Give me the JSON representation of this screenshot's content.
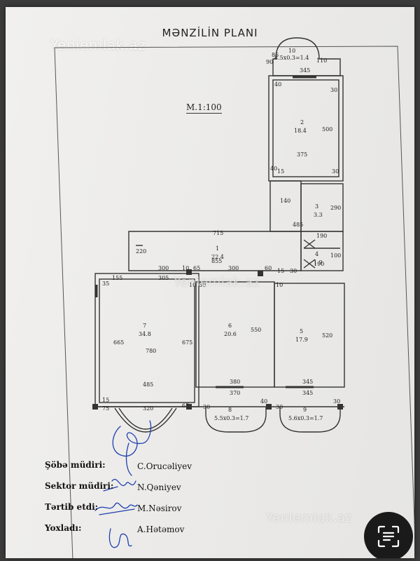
{
  "plan_title": "MƏNZİLİN PLANI",
  "scale": "M.1:100",
  "watermark": "Yeniemlak.az",
  "rooms": [
    {
      "number": "1",
      "area": "22.4"
    },
    {
      "number": "2",
      "area": "18.4"
    },
    {
      "number": "3",
      "area": "3.3"
    },
    {
      "number": "4",
      "area": "1.9"
    },
    {
      "number": "5",
      "area": "17.9"
    },
    {
      "number": "6",
      "area": "20.6"
    },
    {
      "number": "7",
      "area": "34.8"
    },
    {
      "number": "8",
      "area": "5.5x0.3=1.7"
    },
    {
      "number": "9",
      "area": "5.6x0.3=1.7"
    },
    {
      "number": "10",
      "area": "4.5x0.3=1.4"
    }
  ],
  "dimensions": {
    "d345a": "345",
    "d40a": "40",
    "d30a": "30",
    "d500": "500",
    "d375": "375",
    "d40b": "40",
    "d15a": "15",
    "d30b": "30",
    "d110": "110",
    "d90": "90",
    "d85": "85",
    "d140": "140",
    "d290": "290",
    "d485": "485",
    "d190a": "190",
    "d190b": "190",
    "d100": "100",
    "d715": "715",
    "d220": "220",
    "d855": "855",
    "d300a": "300",
    "d10a": "10",
    "d65a": "65",
    "d300b": "300",
    "d60": "60",
    "d15b": "15",
    "d30c": "30",
    "d155": "155",
    "d35": "35",
    "d305": "305",
    "d10b": "10",
    "d30d": "30",
    "d10c": "10",
    "d665": "665",
    "d780": "780",
    "d675": "675",
    "d485b": "485",
    "d550": "550",
    "d520": "520",
    "d380": "380",
    "d370": "370",
    "d345b": "345",
    "d345c": "345",
    "d15c": "15",
    "d75": "75",
    "d320": "320",
    "d65b": "65",
    "d30e": "30",
    "d40c": "40",
    "d30f": "30",
    "d30g": "30"
  },
  "signatures": [
    {
      "role": "Şöbə müdiri:",
      "name": "C.Orucəliyev"
    },
    {
      "role": "Sektor müdiri:",
      "name": "N.Qəniyev"
    },
    {
      "role": "Tərtib etdi:",
      "name": "M.Nəsirov"
    },
    {
      "role": "Yoxladı:",
      "name": "A.Hətəmov"
    }
  ],
  "colors": {
    "ink": "#333333",
    "signature_ink": "#1f3fb0"
  }
}
